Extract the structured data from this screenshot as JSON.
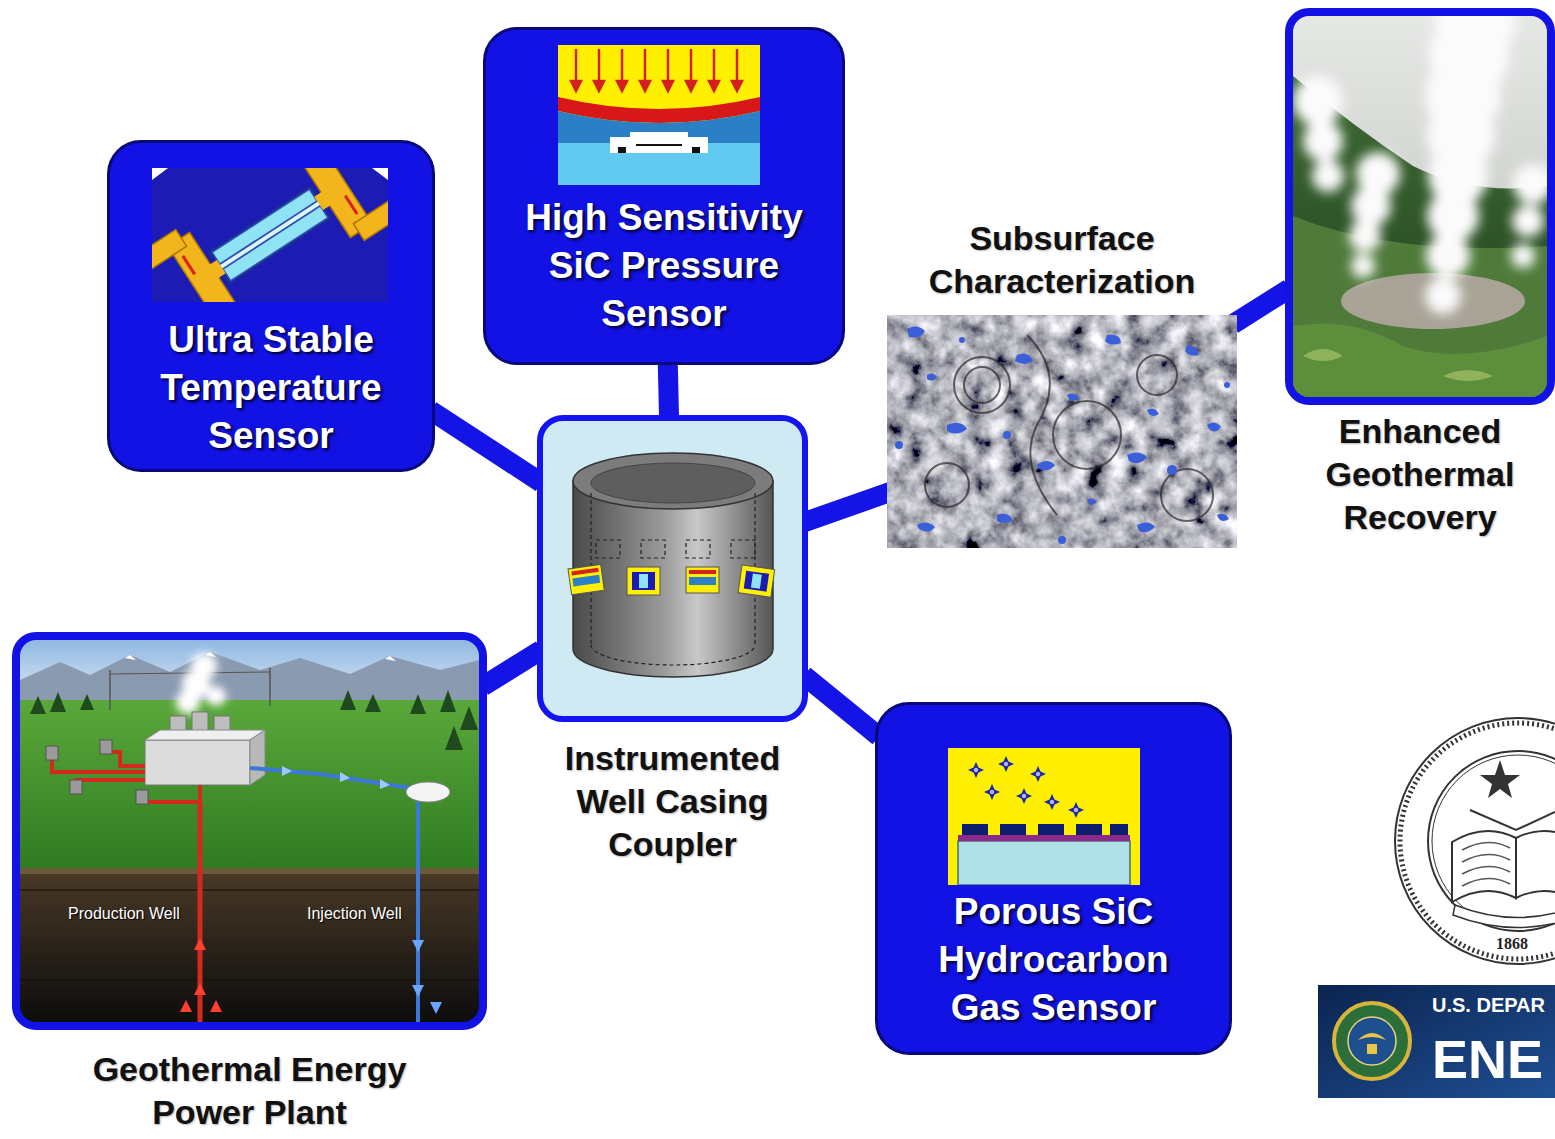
{
  "diagram": {
    "nodes": [
      {
        "text": [
          "Ultra Stable Temperature Sensor"
        ]
      },
      {
        "text": [
          "High Sensitivity SiC Pressure Sensor"
        ]
      },
      {
        "text": [
          "Instrumented Well Casing Coupler"
        ]
      },
      {
        "text": [
          "Subsurface Characterization"
        ]
      },
      {
        "text": [
          "Enhanced Geothermal Recovery"
        ]
      },
      {
        "text": [
          "Geothermal Energy Power Plant"
        ]
      },
      {
        "text": [
          "Porous SiC Hydrocarbon Gas Sensor"
        ]
      }
    ],
    "edges": [
      {
        "from": 2,
        "to": 0,
        "arrow": "none"
      },
      {
        "from": 2,
        "to": 1,
        "arrow": "none"
      },
      {
        "from": 2,
        "to": 3,
        "arrow": "none"
      },
      {
        "from": 3,
        "to": 4,
        "arrow": "none"
      },
      {
        "from": 2,
        "to": 5,
        "arrow": "none"
      },
      {
        "from": 2,
        "to": 6,
        "arrow": "none"
      }
    ],
    "labels": [
      "Production Well",
      "Injection Well",
      "1868",
      "U.S. DEPAR",
      "ENE"
    ]
  }
}
